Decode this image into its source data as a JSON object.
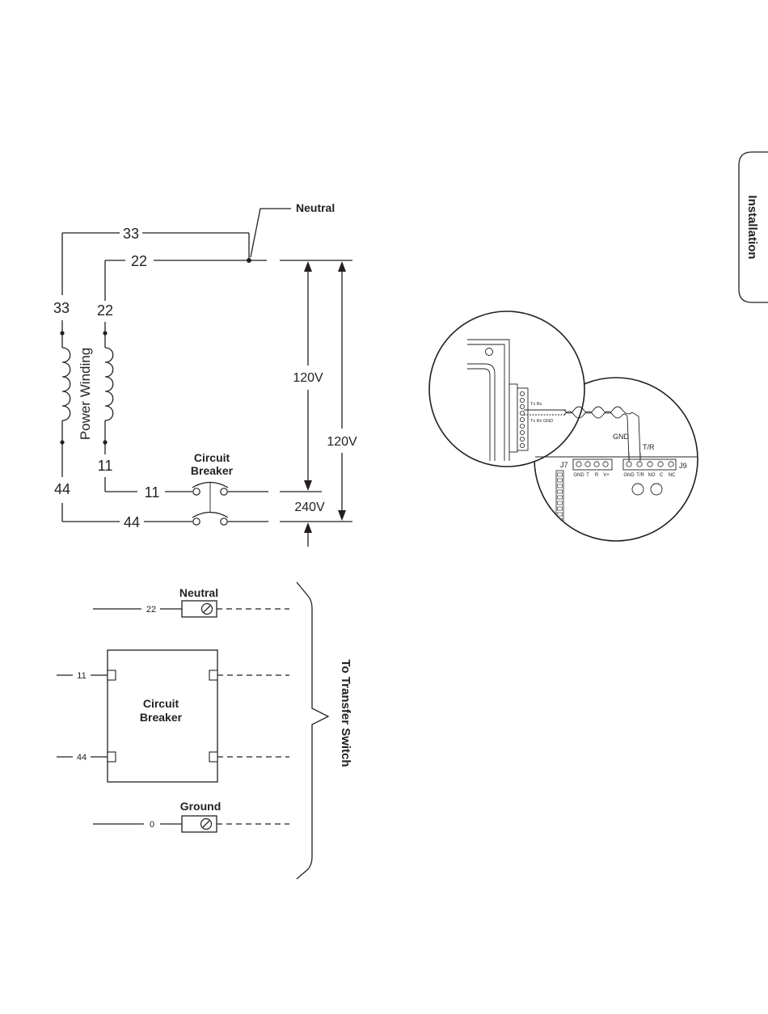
{
  "side_tab": {
    "label": "Installation"
  },
  "wiring_diagram": {
    "wire_33_top": "33",
    "wire_22_top": "22",
    "wire_33_side": "33",
    "wire_22_side": "22",
    "winding_label": "Power Winding",
    "wire_11_side": "11",
    "wire_44_side": "44",
    "wire_11_bottom": "11",
    "wire_44_bottom": "44",
    "neutral_label": "Neutral",
    "breaker_label_line1": "Circuit",
    "breaker_label_line2": "Breaker",
    "voltage_inner": "120V",
    "voltage_outer": "120V",
    "voltage_total": "240V"
  },
  "connection_diagram": {
    "neutral_label": "Neutral",
    "neutral_wire": "22",
    "breaker_label_line1": "Circuit",
    "breaker_label_line2": "Breaker",
    "wire_11": "11",
    "wire_44": "44",
    "ground_label": "Ground",
    "ground_wire": "0",
    "destination_label": "To Transfer Switch"
  },
  "detail_view": {
    "tx_rx": "Tx Rx",
    "tx_rx_gnd": "Tx Rx GND",
    "gnd_label": "GND",
    "tr_label": "T/R",
    "j7_label": "J7",
    "j9_label": "J9",
    "j7_pins": [
      "GND",
      "T",
      "R",
      "V+"
    ],
    "j9_pins": [
      "GND",
      "T/R",
      "NO",
      "C",
      "NC"
    ]
  }
}
